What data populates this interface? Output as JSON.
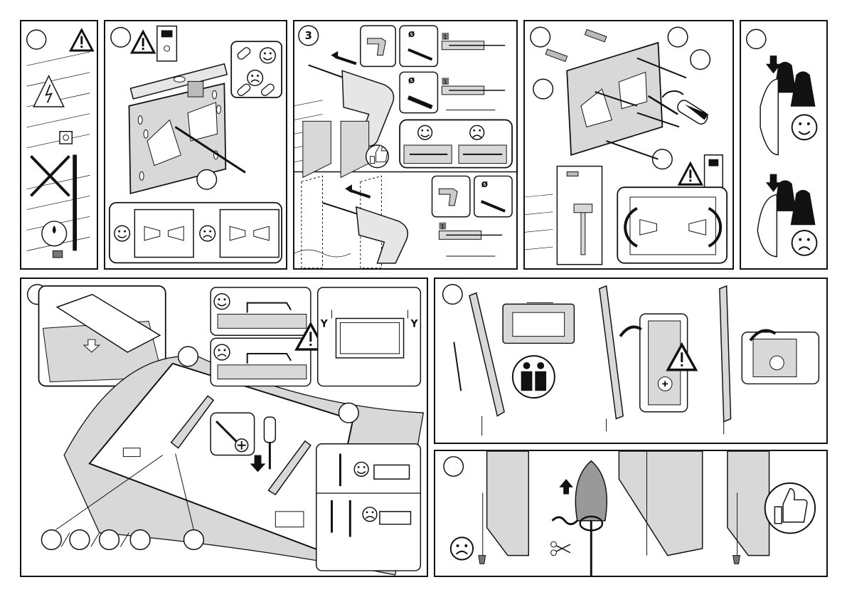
{
  "manual": {
    "steps": [
      {
        "id": "p1",
        "label": ""
      },
      {
        "id": "p2",
        "label": ""
      },
      {
        "id": "p3",
        "label": "3"
      },
      {
        "id": "p4",
        "label": ""
      },
      {
        "id": "p5",
        "label": ""
      },
      {
        "id": "p6",
        "label": ""
      },
      {
        "id": "p7",
        "label": ""
      },
      {
        "id": "p8",
        "label": ""
      }
    ],
    "drill_diameter_symbol": "ø",
    "drill_diameter_symbol_2": "ø",
    "drill_diameter_symbol_3": "ø",
    "drill_step_tag_a": "1",
    "drill_step_tag_b": "1",
    "drill_step_tag_c": "1",
    "clearance_label_left": "Y",
    "clearance_label_right": "Y"
  },
  "colors": {
    "line": "#111111",
    "panel_bg": "#ffffff",
    "shade": "#d8d8d8",
    "dark_shade": "#9a9a9a",
    "wall_shade": "#e6e6e6"
  },
  "icons": [
    "warning-icon",
    "happy-face-icon",
    "sad-face-icon",
    "drill-icon",
    "screwdriver-icon",
    "weight-icon",
    "two-persons-icon",
    "thumbs-up-icon",
    "scissors-icon",
    "knot-icon",
    "spirit-level-icon",
    "arrow-icon"
  ]
}
